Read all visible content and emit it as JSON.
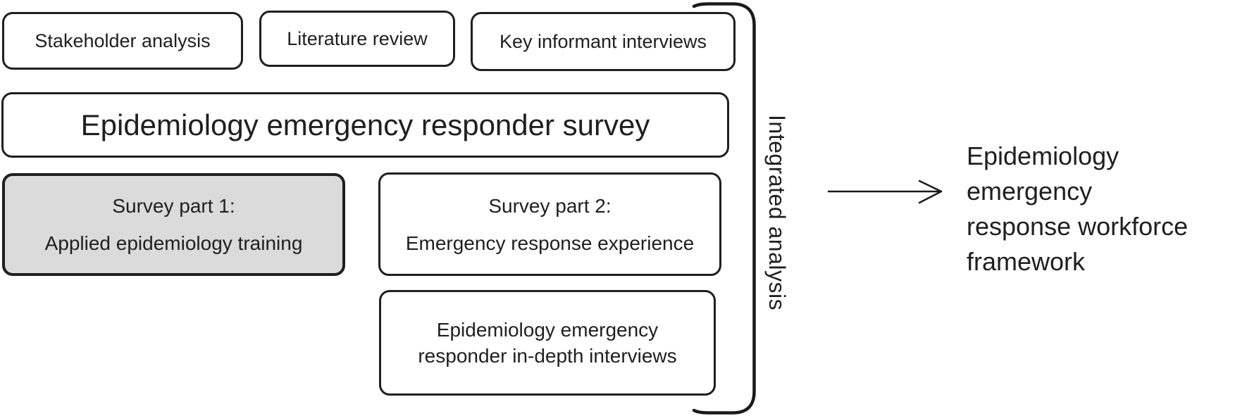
{
  "diagram": {
    "top_row": [
      {
        "label": "Stakeholder analysis"
      },
      {
        "label": "Literature review"
      },
      {
        "label": "Key informant interviews"
      }
    ],
    "survey_box": {
      "label": "Epidemiology emergency responder survey"
    },
    "survey_part1": {
      "label": "Survey part 1:\nApplied epidemiology training"
    },
    "survey_part2": {
      "label": "Survey part 2:\nEmergency response experience"
    },
    "interviews_box": {
      "label": "Epidemiology emergency\nresponder in-depth interviews"
    },
    "bracket_label": "Integrated analysis",
    "outcome": {
      "label": "Epidemiology emergency\nresponse workforce\nframework"
    },
    "colors": {
      "border": "#1f1f1f",
      "text": "#1f1f1f",
      "highlight_fill": "#dbdbdb",
      "background": "#ffffff"
    }
  }
}
